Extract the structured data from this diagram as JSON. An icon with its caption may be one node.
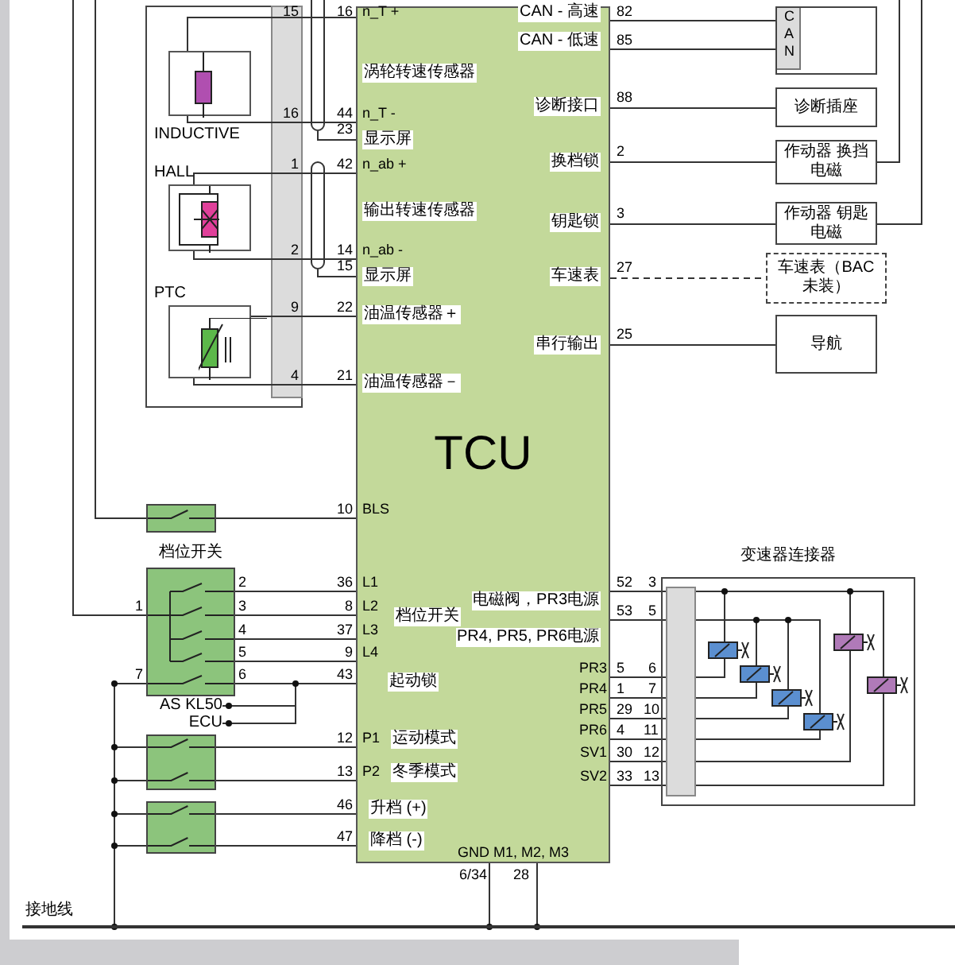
{
  "diagram": {
    "nodes": [
      {
        "text": [
          "TCU"
        ]
      },
      {
        "text": [
          "INDUCTIVE"
        ]
      },
      {
        "text": [
          "HALL"
        ]
      },
      {
        "text": [
          "PTC"
        ]
      },
      {
        "text": [
          "CAN"
        ]
      },
      {
        "text": [
          "诊断插座"
        ]
      },
      {
        "text": [
          "作动器 换挡电磁"
        ]
      },
      {
        "text": [
          "作动器 钥匙电磁"
        ]
      },
      {
        "text": [
          "车速表（BAC未装）"
        ]
      },
      {
        "text": [
          "导航"
        ]
      },
      {
        "text": [],
        "shape": "box"
      },
      {
        "text": [
          "档位开关"
        ]
      },
      {
        "text": [],
        "shape": "box"
      },
      {
        "text": [],
        "shape": "box"
      },
      {
        "text": [
          "变速器连接器"
        ]
      },
      {
        "text": [],
        "shape": "bar",
        "beside": [
          "接地线"
        ]
      },
      {
        "text": [
          "AS KL50"
        ]
      },
      {
        "text": [
          "ECU"
        ]
      }
    ],
    "edges": [
      {
        "from": 1,
        "to": 0,
        "arrow": "none"
      },
      {
        "from": 1,
        "to": 0,
        "arrow": "none"
      },
      {
        "from": 2,
        "to": 0,
        "arrow": "none"
      },
      {
        "from": 2,
        "to": 0,
        "arrow": "none"
      },
      {
        "from": 3,
        "to": 0,
        "arrow": "none"
      },
      {
        "from": 3,
        "to": 0,
        "arrow": "none"
      },
      {
        "from": 0,
        "to": 4,
        "arrow": "none"
      },
      {
        "from": 0,
        "to": 4,
        "arrow": "none"
      },
      {
        "from": 0,
        "to": 5,
        "arrow": "none"
      },
      {
        "from": 0,
        "to": 6,
        "arrow": "none"
      },
      {
        "from": 0,
        "to": 7,
        "arrow": "none"
      },
      {
        "from": 0,
        "to": 8,
        "arrow": "none",
        "style": "dashed"
      },
      {
        "from": 0,
        "to": 9,
        "arrow": "none"
      },
      {
        "from": 10,
        "to": 0,
        "arrow": "none"
      },
      {
        "from": 11,
        "to": 0,
        "arrow": "none"
      },
      {
        "from": 11,
        "to": 0,
        "arrow": "none"
      },
      {
        "from": 11,
        "to": 0,
        "arrow": "none"
      },
      {
        "from": 11,
        "to": 0,
        "arrow": "none"
      },
      {
        "from": 11,
        "to": 0,
        "arrow": "none"
      },
      {
        "from": 12,
        "to": 0,
        "arrow": "none"
      },
      {
        "from": 12,
        "to": 0,
        "arrow": "none"
      },
      {
        "from": 13,
        "to": 0,
        "arrow": "none"
      },
      {
        "from": 13,
        "to": 0,
        "arrow": "none"
      },
      {
        "from": 0,
        "to": 14,
        "arrow": "none"
      },
      {
        "from": 0,
        "to": 14,
        "arrow": "none"
      },
      {
        "from": 0,
        "to": 14,
        "arrow": "none"
      },
      {
        "from": 0,
        "to": 14,
        "arrow": "none"
      },
      {
        "from": 0,
        "to": 14,
        "arrow": "none"
      },
      {
        "from": 0,
        "to": 14,
        "arrow": "none"
      },
      {
        "from": 0,
        "to": 14,
        "arrow": "none"
      },
      {
        "from": 0,
        "to": 14,
        "arrow": "none"
      },
      {
        "from": 0,
        "to": 15,
        "arrow": "none"
      },
      {
        "from": 0,
        "to": 15,
        "arrow": "none"
      },
      {
        "from": 6,
        "to": null,
        "arrow": "none"
      },
      {
        "from": 7,
        "to": null,
        "arrow": "none"
      },
      {
        "from": 10,
        "to": null,
        "arrow": "none"
      },
      {
        "from": 11,
        "to": null,
        "arrow": "none"
      },
      {
        "from": 11,
        "to": 15,
        "arrow": "none"
      },
      {
        "from": 12,
        "to": 15,
        "arrow": "none"
      },
      {
        "from": 12,
        "to": 15,
        "arrow": "none"
      },
      {
        "from": 13,
        "to": 15,
        "arrow": "none"
      },
      {
        "from": 13,
        "to": 15,
        "arrow": "none"
      },
      {
        "from": 16,
        "to": 0,
        "arrow": "none"
      },
      {
        "from": 17,
        "to": 0,
        "arrow": "none"
      }
    ],
    "labels": [
      "15",
      "16",
      "n_T +",
      "CAN - 高速",
      "82",
      "CAN - 低速",
      "85",
      "涡轮转速传感器",
      "88",
      "诊断接口",
      "16",
      "44",
      "n_T -",
      "23",
      "显示屏",
      "2",
      "换档锁",
      "1",
      "42",
      "n_ab +",
      "输出转速传感器",
      "3",
      "钥匙锁",
      "2",
      "14",
      "n_ab -",
      "27",
      "车速表",
      "15",
      "显示屏",
      "9",
      "22",
      "油温传感器＋",
      "25",
      "串行输出",
      "4",
      "21",
      "油温传感器－",
      "10",
      "BLS",
      "2",
      "36",
      "L1",
      "52",
      "3",
      "电磁阀，PR3电源",
      "1",
      "3",
      "8",
      "L2",
      "档位开关",
      "53",
      "5",
      "PR4, PR5, PR6电源",
      "4",
      "37",
      "L3",
      "5",
      "9",
      "L4",
      "PR3",
      "5",
      "6",
      "7",
      "6",
      "43",
      "起动锁",
      "PR4",
      "1",
      "7",
      "PR5",
      "29",
      "10",
      "PR6",
      "4",
      "11",
      "12",
      "P1",
      "运动模式",
      "SV1",
      "30",
      "12",
      "13",
      "P2",
      "冬季模式",
      "SV2",
      "33",
      "13",
      "46",
      "升档 (+)",
      "47",
      "降档 (-)",
      "GND M1, M2, M3",
      "6/34",
      "28"
    ]
  }
}
